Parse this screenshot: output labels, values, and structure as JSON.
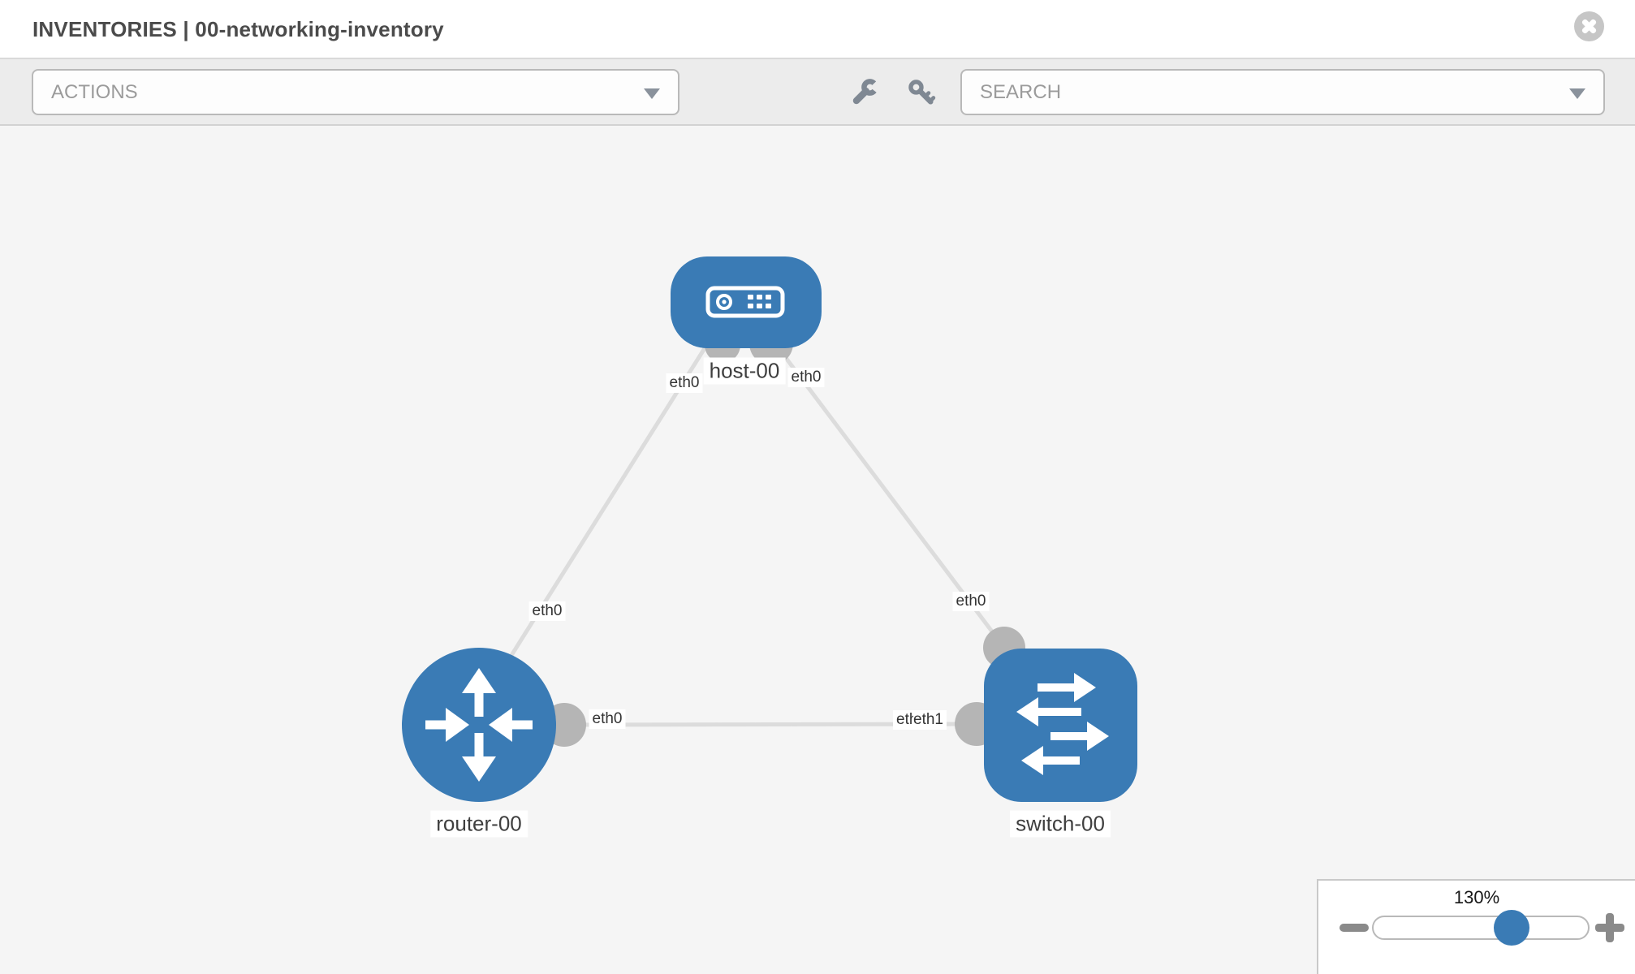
{
  "header": {
    "title": "INVENTORIES | 00-networking-inventory"
  },
  "toolbar": {
    "actions_label": "ACTIONS",
    "search_label": "SEARCH"
  },
  "topology": {
    "nodes": [
      {
        "name": "host-00",
        "type": "host"
      },
      {
        "name": "router-00",
        "type": "router"
      },
      {
        "name": "switch-00",
        "type": "switch"
      }
    ],
    "links": [
      {
        "from": "host-00",
        "from_interface": "eth0",
        "to": "router-00",
        "to_interface": "eth0"
      },
      {
        "from": "host-00",
        "from_interface": "eth0",
        "to": "switch-00",
        "to_interface": "eth0"
      },
      {
        "from": "router-00",
        "from_interface": "eth0",
        "to": "switch-00",
        "to_interface": "eth1",
        "to_interface_overlapped": "eth0"
      }
    ]
  },
  "zoom_control": {
    "value": "130%"
  },
  "colors": {
    "node_blue": "#3a7bb5",
    "link_gray": "#dcdcdc",
    "endpoint_gray": "#b5b5b5",
    "icon_gray": "#7f8893"
  }
}
